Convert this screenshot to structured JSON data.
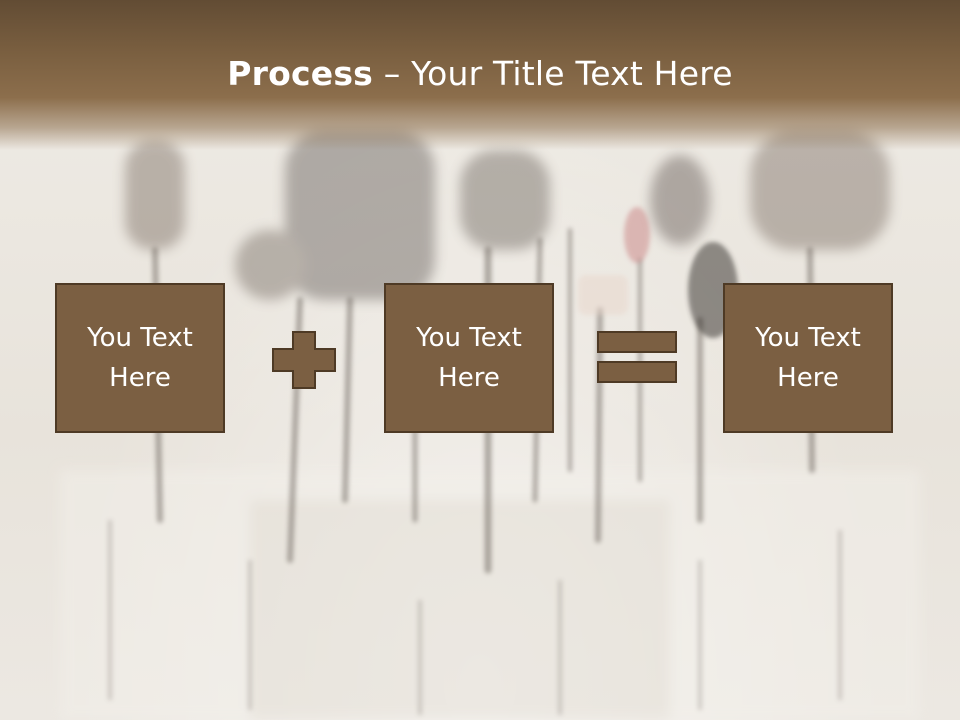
{
  "slide": {
    "title_bold": "Process",
    "title_rest": " – Your Title Text Here",
    "boxes": [
      {
        "label": "You Text\nHere"
      },
      {
        "label": "You Text\nHere"
      },
      {
        "label": "You Text\nHere"
      }
    ],
    "operators": [
      "plus-icon",
      "equals-icon"
    ],
    "colors": {
      "header": "#7a5f40",
      "box_fill": "#7b5f42",
      "box_border": "#4e3a25",
      "text": "#ffffff"
    }
  }
}
